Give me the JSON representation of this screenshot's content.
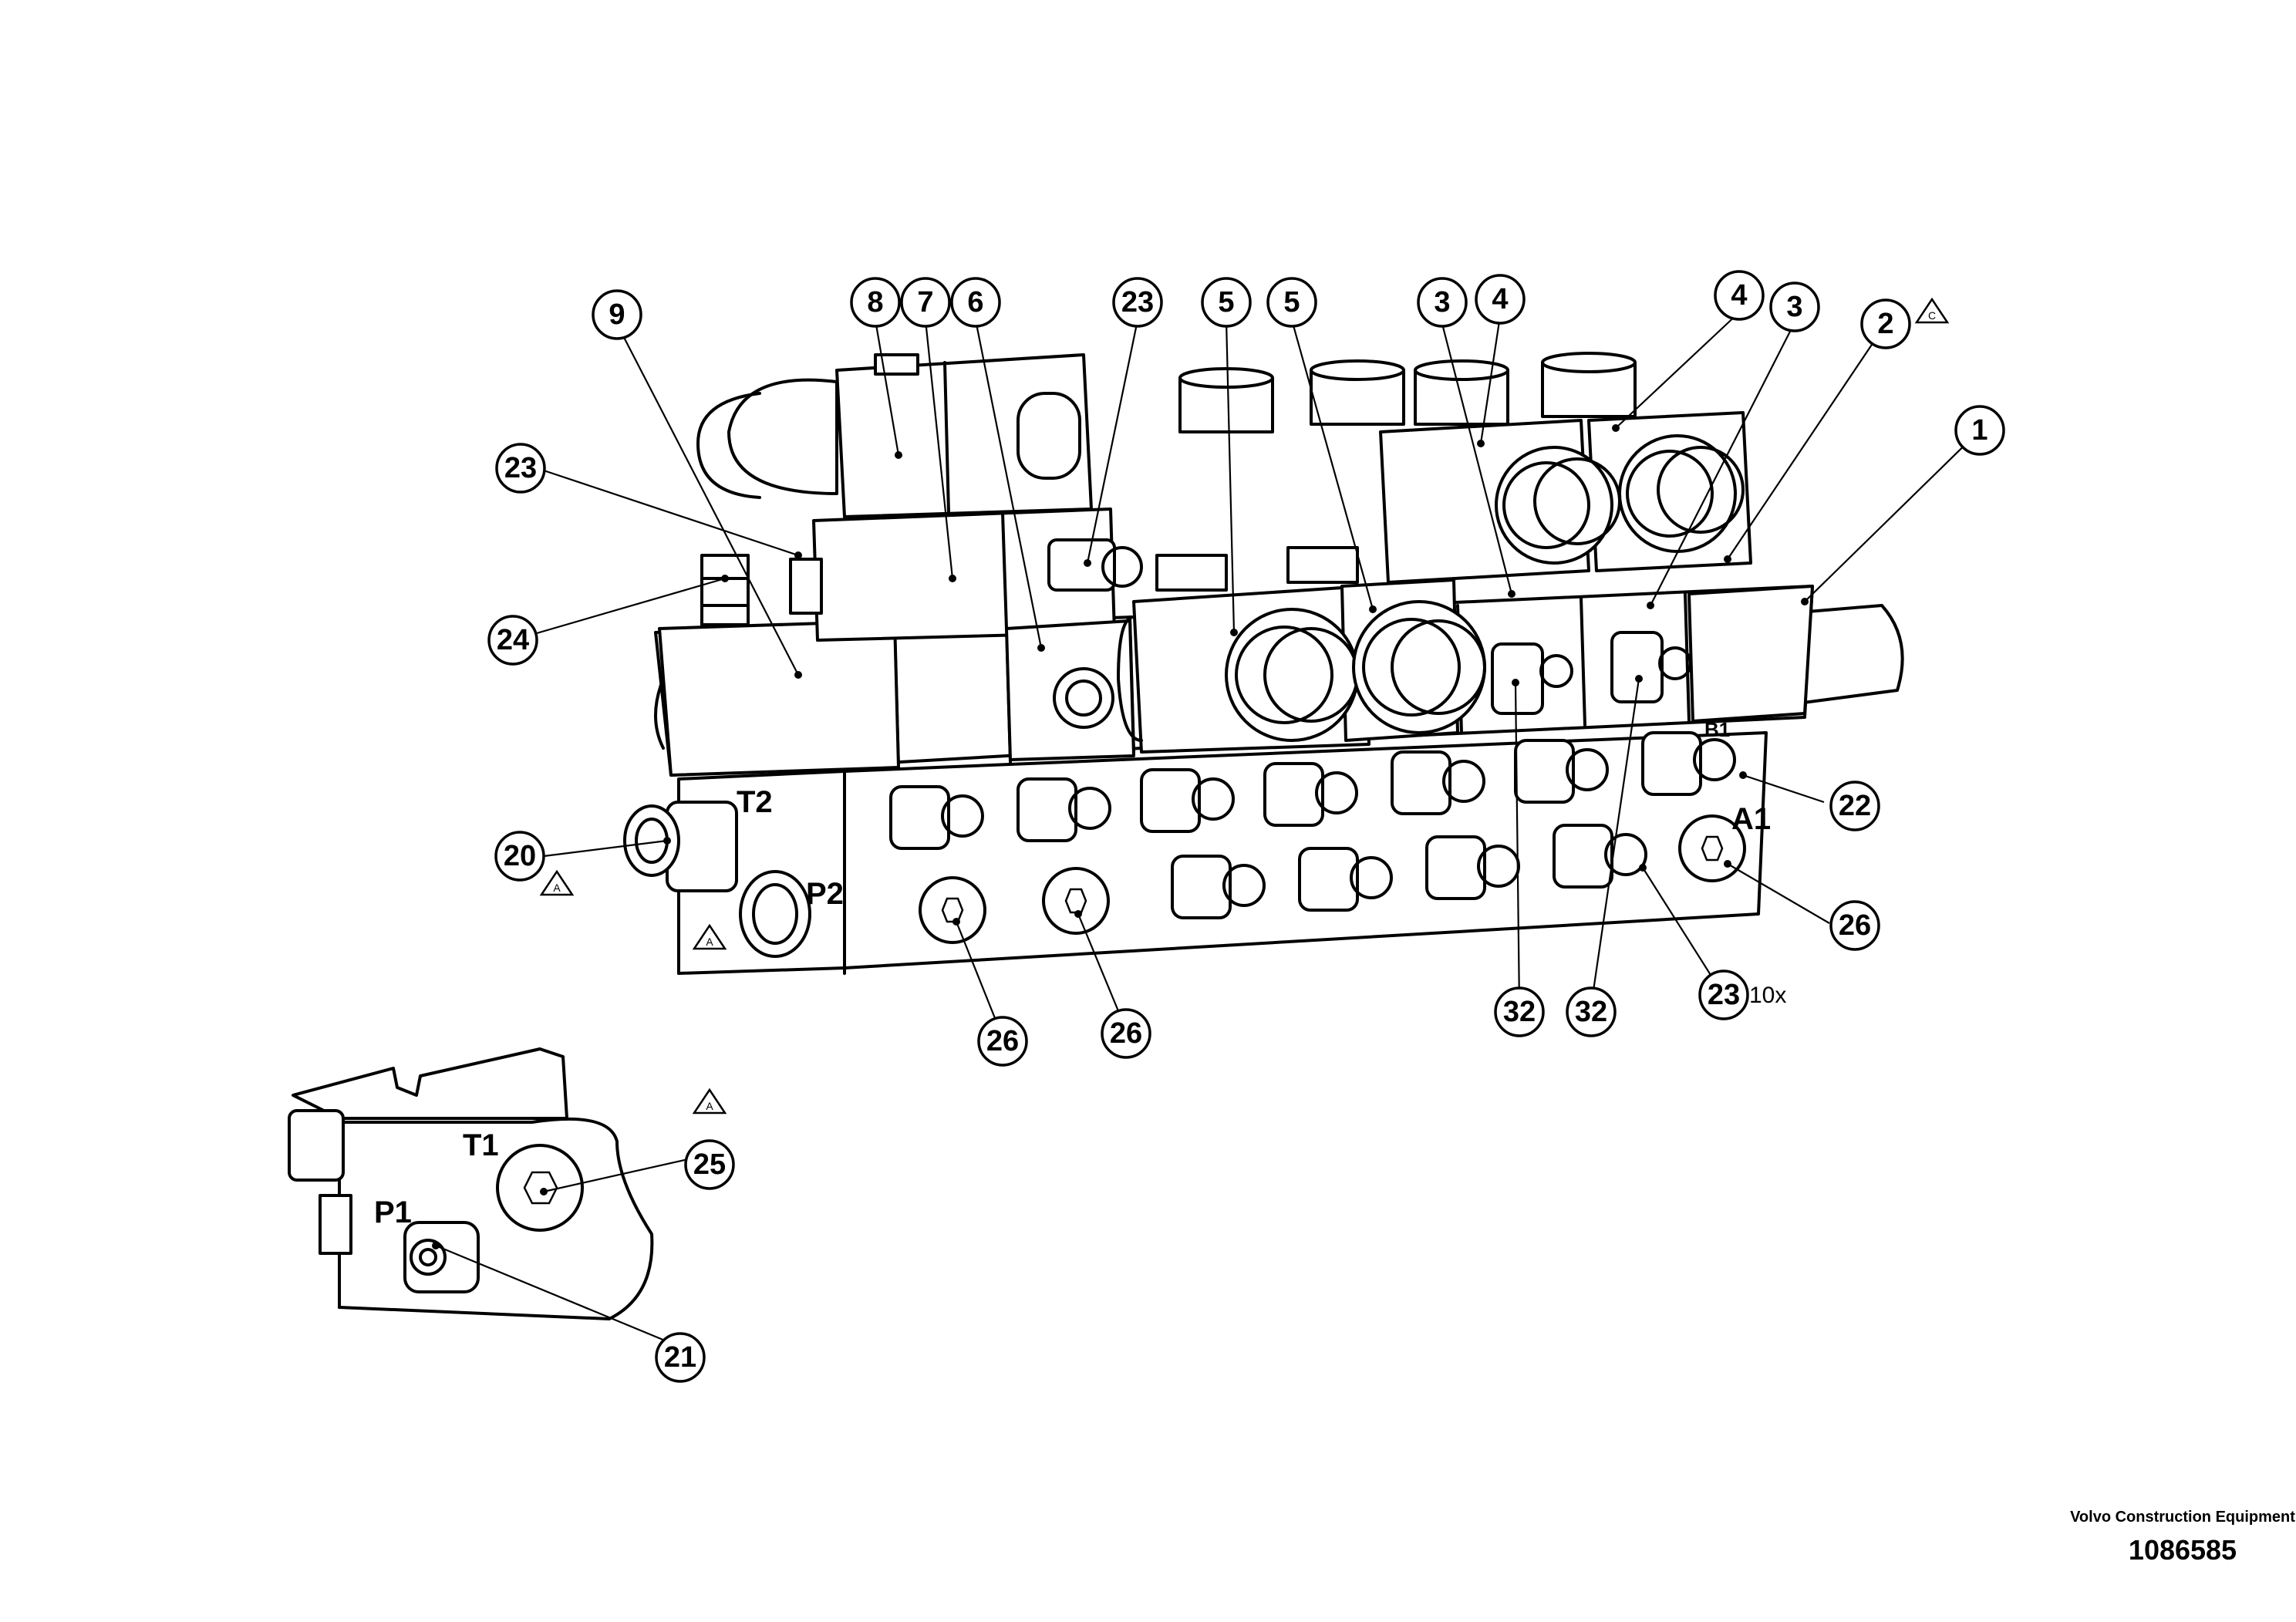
{
  "callouts": {
    "c1": "1",
    "c2": "2",
    "c3a": "3",
    "c3b": "3",
    "c4a": "4",
    "c4b": "4",
    "c5a": "5",
    "c5b": "5",
    "c6": "6",
    "c7": "7",
    "c8": "8",
    "c9": "9",
    "c20": "20",
    "c21": "21",
    "c22": "22",
    "c23a": "23",
    "c23b": "23",
    "c23c": "23",
    "c24": "24",
    "c25": "25",
    "c26a": "26",
    "c26b": "26",
    "c26c": "26",
    "c32a": "32",
    "c32b": "32"
  },
  "quantity_note": "10x",
  "ports": {
    "t2": "T2",
    "p2": "P2",
    "a1": "A1",
    "b1": "B1",
    "t1": "T1",
    "p1": "P1"
  },
  "revision_marks": {
    "a": "A",
    "c": "C"
  },
  "footer": {
    "manufacturer": "Volvo Construction Equipment",
    "drawing_number": "1086585"
  }
}
